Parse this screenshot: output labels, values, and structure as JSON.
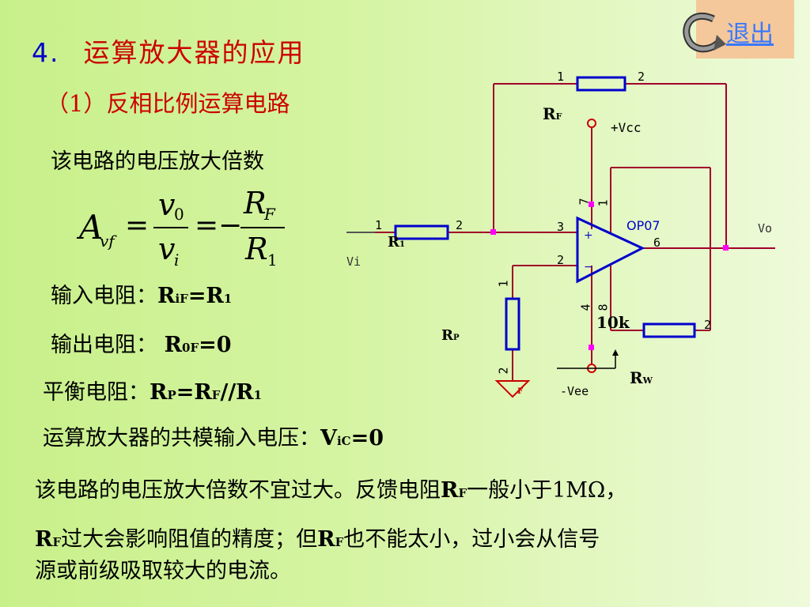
{
  "title": {
    "number": "4.",
    "text": "运算放大器的应用"
  },
  "exit_label": "退出",
  "subtitle": "（1）反相比例运算电路",
  "gain_label": "该电路的电压放大倍数",
  "formula": {
    "A": "A",
    "A_sub": "vf",
    "eq": "=",
    "v": "v",
    "v0_sub": "0",
    "vi_sub": "i",
    "R": "R",
    "RF_sub": "F",
    "R1_sub": "1",
    "minus": "−"
  },
  "input_resistance": {
    "label": "输入电阻：",
    "R": "R",
    "sub1": "iF",
    "eq": "=R",
    "sub2": "1"
  },
  "output_resistance": {
    "label": "输出电阻：",
    "R": "R",
    "sub1": "0F",
    "eq": "=0"
  },
  "balance_resistance": {
    "label": "平衡电阻：",
    "R1": "R",
    "sub1": "P",
    "mid": "=R",
    "sub2": "F",
    "mid2": "//R",
    "sub3": "1"
  },
  "common_mode": {
    "label": "运算放大器的共模输入电压：",
    "V": "V",
    "sub": "iC",
    "eq": "=0"
  },
  "paragraph": {
    "l1": "该电路的电压放大倍数不宜过大。反馈电阻",
    "l1_R": "R",
    "l1_sub": "F",
    "l1_end": "一般小于1MΩ，",
    "l2_R": "R",
    "l2_sub": "F",
    "l2_mid": "过大会影响阻值的精度；但",
    "l2_R2": "R",
    "l2_sub2": "F",
    "l2_end": "也不能太小，过小会从信号",
    "l3": "源或前级吸取较大的电流。"
  },
  "circuit": {
    "rf_pin1": "1",
    "rf_pin2": "2",
    "rf_label_R": "R",
    "rf_label_sub": "F",
    "vcc": "+Vcc",
    "vee": "-Vee",
    "r1_pin1": "1",
    "r1_pin2": "2",
    "r1_label_R": "R",
    "r1_label_sub": "1",
    "vi": "Vi",
    "vo": "Vo",
    "op_name": "OP07",
    "pin3": "3",
    "pin2": "2",
    "pin6": "6",
    "pin7": "7",
    "pin1": "1",
    "pin4": "4",
    "pin8": "8",
    "plus": "+",
    "minus": "−",
    "rp_pin1": "1",
    "rp_pin2": "2",
    "rp_label_R": "R",
    "rp_label_sub": "P",
    "pot_value": "10k",
    "rw_pin2": "2",
    "rw_label_R": "R",
    "rw_label_sub": "W",
    "gnd_mark": "F"
  }
}
